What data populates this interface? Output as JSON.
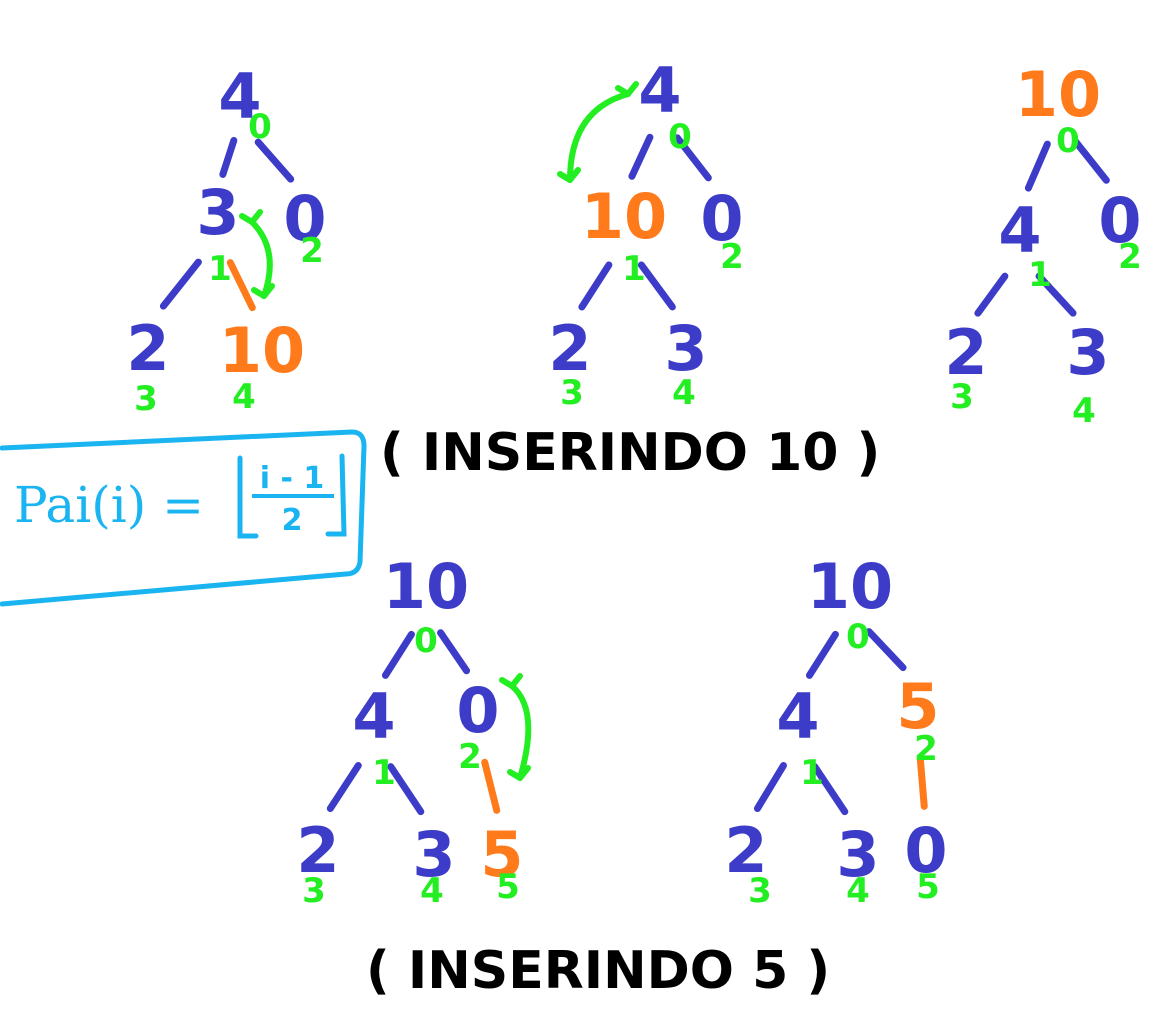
{
  "colors": {
    "node": "#3c3cc8",
    "index": "#22ee22",
    "moved": "#ff7a1a",
    "caption": "#000000",
    "formula": "#1ab4f0"
  },
  "captions": {
    "insert_10": "( INSERINDO 10 )",
    "insert_5": "( INSERINDO 5 )"
  },
  "formula": {
    "left": "Pai(i) =",
    "numerator": "i - 1",
    "denominator": "2"
  },
  "trees": [
    {
      "nodes": [
        {
          "value": "4",
          "index": "0",
          "color": "node"
        },
        {
          "value": "3",
          "index": "1",
          "color": "node"
        },
        {
          "value": "0",
          "index": "2",
          "color": "node"
        },
        {
          "value": "2",
          "index": "3",
          "color": "node"
        },
        {
          "value": "10",
          "index": "4",
          "color": "moved"
        }
      ]
    },
    {
      "nodes": [
        {
          "value": "4",
          "index": "0",
          "color": "node"
        },
        {
          "value": "10",
          "index": "1",
          "color": "moved"
        },
        {
          "value": "0",
          "index": "2",
          "color": "node"
        },
        {
          "value": "2",
          "index": "3",
          "color": "node"
        },
        {
          "value": "3",
          "index": "4",
          "color": "node"
        }
      ]
    },
    {
      "nodes": [
        {
          "value": "10",
          "index": "0",
          "color": "moved"
        },
        {
          "value": "4",
          "index": "1",
          "color": "node"
        },
        {
          "value": "0",
          "index": "2",
          "color": "node"
        },
        {
          "value": "2",
          "index": "3",
          "color": "node"
        },
        {
          "value": "3",
          "index": "4",
          "color": "node"
        }
      ]
    },
    {
      "nodes": [
        {
          "value": "10",
          "index": "0",
          "color": "node"
        },
        {
          "value": "4",
          "index": "1",
          "color": "node"
        },
        {
          "value": "0",
          "index": "2",
          "color": "node"
        },
        {
          "value": "2",
          "index": "3",
          "color": "node"
        },
        {
          "value": "3",
          "index": "4",
          "color": "node"
        },
        {
          "value": "5",
          "index": "5",
          "color": "moved"
        }
      ]
    },
    {
      "nodes": [
        {
          "value": "10",
          "index": "0",
          "color": "node"
        },
        {
          "value": "4",
          "index": "1",
          "color": "node"
        },
        {
          "value": "5",
          "index": "2",
          "color": "moved"
        },
        {
          "value": "2",
          "index": "3",
          "color": "node"
        },
        {
          "value": "3",
          "index": "4",
          "color": "node"
        },
        {
          "value": "0",
          "index": "5",
          "color": "node"
        }
      ]
    }
  ]
}
